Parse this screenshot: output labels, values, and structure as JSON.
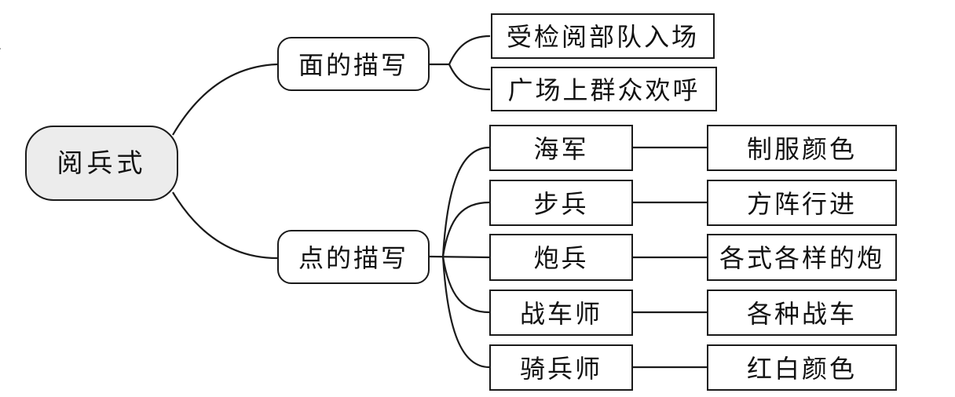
{
  "colors": {
    "stroke": "#1a1a1a",
    "root_fill": "#ececec",
    "node_fill": "#ffffff",
    "page_bg": "#ffffff"
  },
  "page": {
    "stray_mark": "、"
  },
  "diagram": {
    "root": {
      "label": "阅兵式"
    },
    "branches": [
      {
        "label": "面的描写",
        "children": [
          {
            "label": "受检阅部队入场"
          },
          {
            "label": "广场上群众欢呼"
          }
        ]
      },
      {
        "label": "点的描写",
        "children": [
          {
            "label": "海军",
            "detail": "制服颜色"
          },
          {
            "label": "步兵",
            "detail": "方阵行进"
          },
          {
            "label": "炮兵",
            "detail": "各式各样的炮"
          },
          {
            "label": "战车师",
            "detail": "各种战车"
          },
          {
            "label": "骑兵师",
            "detail": "红白颜色"
          }
        ]
      }
    ]
  }
}
